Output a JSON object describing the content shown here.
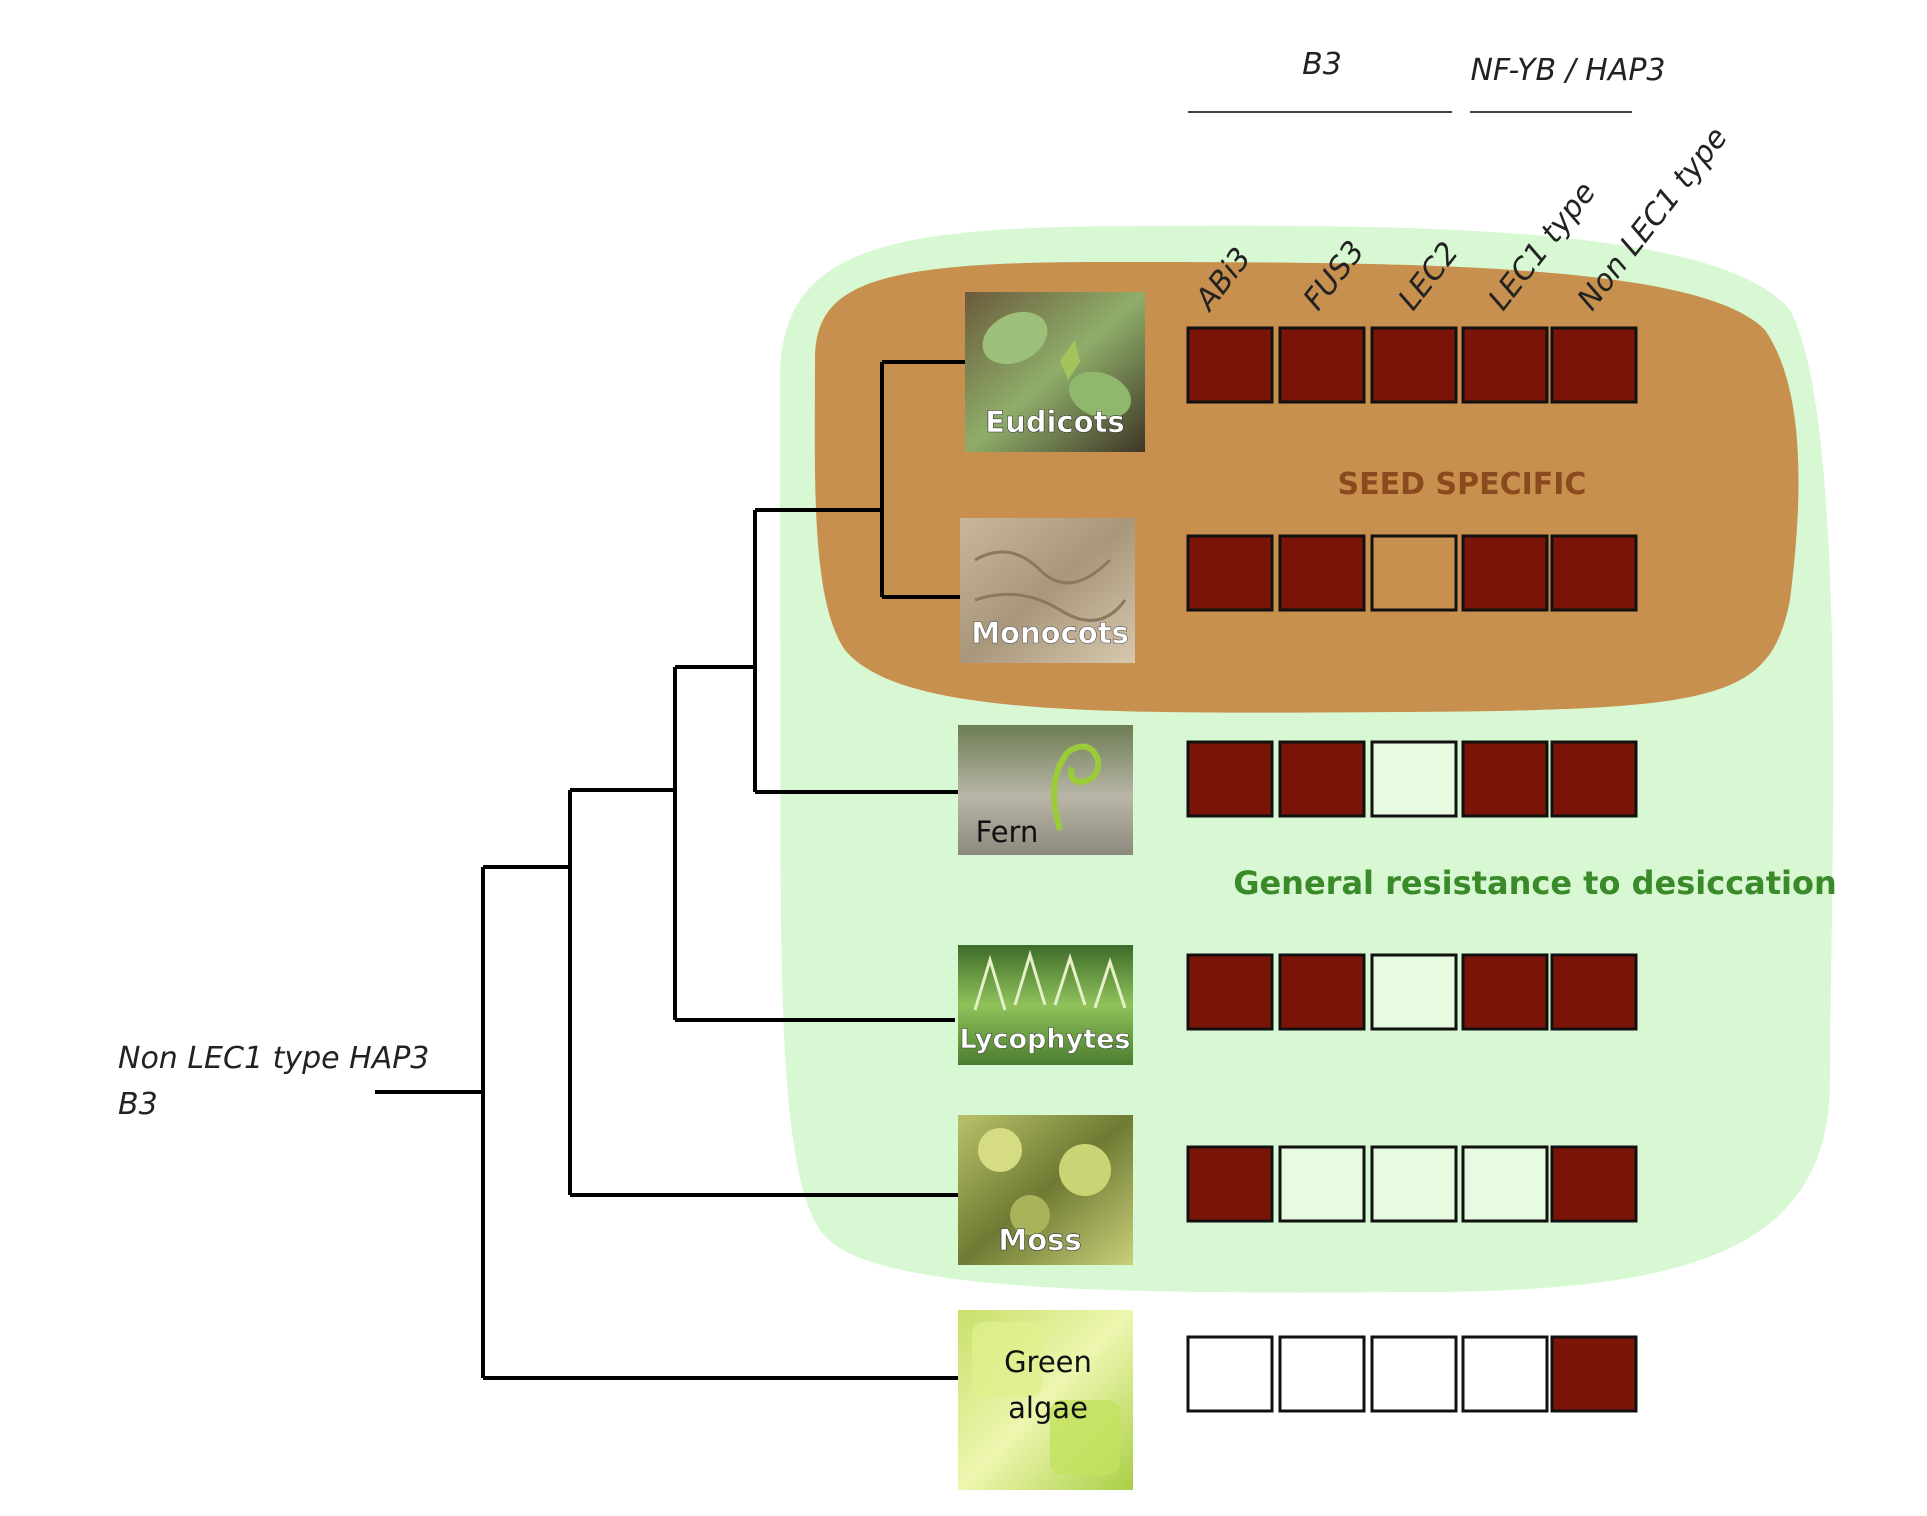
{
  "group_headers": {
    "b3": "B3",
    "nfyb": "NF-YB / HAP3"
  },
  "gene_columns": [
    "ABi3",
    "FUS3",
    "LEC2",
    "LEC1 type",
    "Non LEC1 type"
  ],
  "regions": {
    "seed_specific": "SEED SPECIFIC",
    "desiccation": "General resistance to desiccation"
  },
  "root_label": {
    "line1": "Non LEC1 type HAP3",
    "line2": "B3"
  },
  "taxa": [
    {
      "key": "eudicots",
      "label": "Eudicots",
      "presence": [
        1,
        1,
        1,
        1,
        1
      ]
    },
    {
      "key": "monocots",
      "label": "Monocots",
      "presence": [
        1,
        1,
        0,
        1,
        1
      ]
    },
    {
      "key": "fern",
      "label": "Fern",
      "presence": [
        1,
        1,
        0,
        1,
        1
      ]
    },
    {
      "key": "lycophytes",
      "label": "Lycophytes",
      "presence": [
        1,
        1,
        0,
        1,
        1
      ]
    },
    {
      "key": "moss",
      "label": "Moss",
      "presence": [
        1,
        0,
        0,
        0,
        1
      ]
    },
    {
      "key": "green-algae",
      "label_lines": [
        "Green",
        "algae"
      ],
      "presence": [
        0,
        0,
        0,
        0,
        1
      ]
    }
  ],
  "colors": {
    "present": "#7a1508",
    "absent_in_green": "#e6fbe0",
    "absent_white": "#ffffff",
    "seed_region": "#c8904f",
    "desiccation_region": "#d7f8d2",
    "seed_text": "#8b4a1e",
    "desiccation_text": "#3a8a2a",
    "tree": "#000000"
  }
}
